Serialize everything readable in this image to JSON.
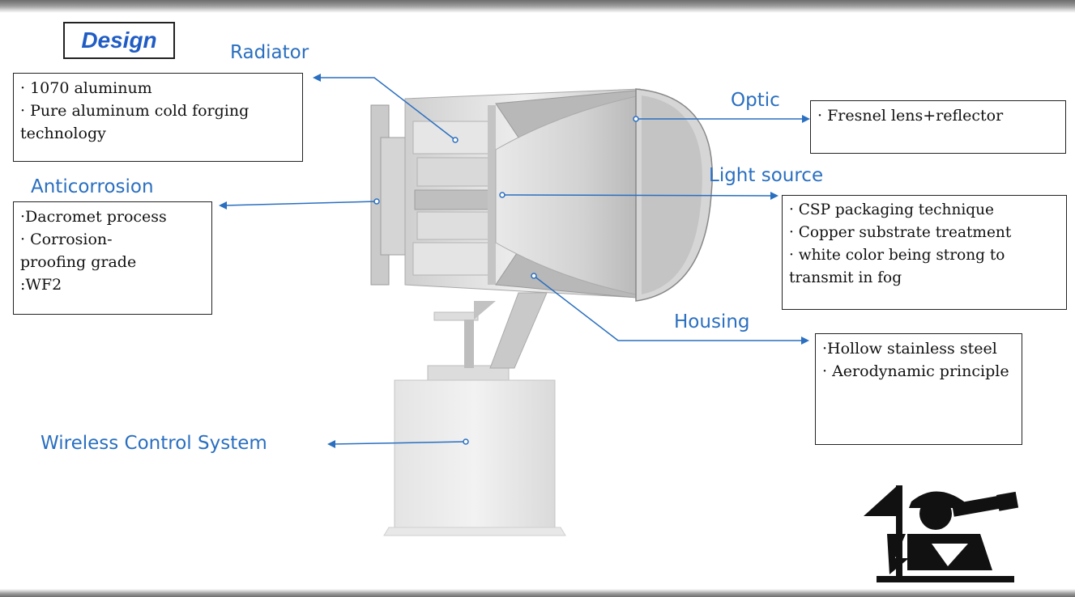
{
  "title": "Design",
  "labels": {
    "radiator": "Radiator",
    "anticorrosion": "Anticorrosion",
    "optic": "Optic",
    "light_source": "Light source",
    "housing": "Housing",
    "wireless": "Wireless Control System"
  },
  "boxes": {
    "radiator": [
      "· 1070 aluminum",
      "· Pure aluminum cold forging technology"
    ],
    "anticorrosion": [
      "·Dacromet process",
      "· Corrosion-proofing grade :WF2"
    ],
    "optic": [
      "· Fresnel lens+reflector"
    ],
    "light_source": [
      "· CSP packaging technique",
      "· Copper substrate treatment",
      "· white color being strong to transmit in fog"
    ],
    "housing": [
      "·Hollow stainless steel",
      "· Aerodynamic principle"
    ]
  },
  "colors": {
    "accent": "#2a6fc0",
    "title": "#1f5cc4",
    "connector": "#2a6fc0"
  },
  "icons": [
    "surveyor-with-telescope-icon"
  ]
}
